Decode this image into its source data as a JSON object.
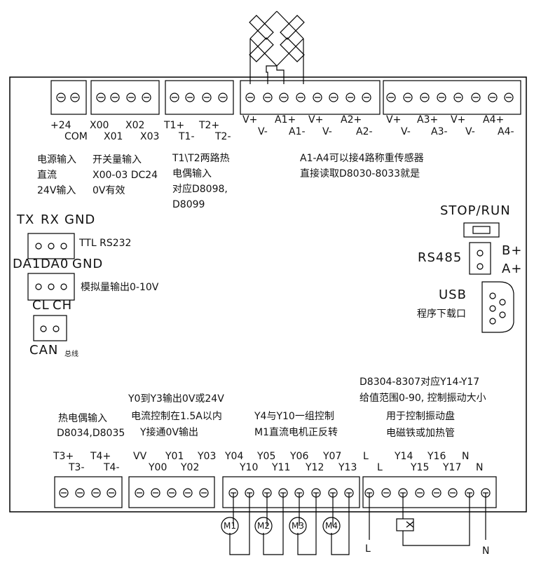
{
  "top_terminal_labels": {
    "plus24": "+24",
    "com": "COM",
    "x00": "X00",
    "x02": "X02",
    "x01": "X01",
    "x03": "X03",
    "t1p": "T1+",
    "t2p": "T2+",
    "t1m": "T1-",
    "t2m": "T2-",
    "s1_vp1": "V+",
    "s1_a1p": "A1+",
    "s1_vp2": "V+",
    "s1_a2p": "A2+",
    "s1_vm1": "V-",
    "s1_a1m": "A1-",
    "s1_vm2": "V-",
    "s1_a2m": "A2-",
    "s2_vp1": "V+",
    "s2_a3p": "A3+",
    "s2_vp2": "V+",
    "s2_a4p": "A4+",
    "s2_vm1": "V-",
    "s2_a3m": "A3-",
    "s2_vm2": "V-",
    "s2_a4m": "A4-"
  },
  "notes": {
    "power_1": "电源输入",
    "power_2": "直流",
    "power_3": "24V输入",
    "switch_1": "开关量输入",
    "switch_2": "X00-03 DC24",
    "switch_3": "0V有效",
    "thermo_1": "T1\\T2两路热",
    "thermo_2": "电偶输入",
    "thermo_3": "对应D8098,",
    "thermo_4": "D8099",
    "weigh_1": "A1-A4可以接4路称重传感器",
    "weigh_2": "直接读取D8030-8033就是",
    "y14_1": "D8304-8307对应Y14-Y17",
    "y14_2": "给值范围0-90, 控制振动大小",
    "y14_3": "用于控制振动盘",
    "y14_4": "电磁铁或加热管",
    "y03_1": "Y0到Y3输出0V或24V",
    "y03_2": "电流控制在1.5A以内",
    "y03_3": "Y接通0V输出",
    "y410_1": "Y4与Y10一组控制",
    "y410_2": "M1直流电机正反转",
    "t34_1": "热电偶输入",
    "t34_2": "D8034,D8035"
  },
  "left_ports": {
    "tx": "TX",
    "rx": "RX",
    "gnd1": "GND",
    "ttl": "TTL RS232",
    "da1": "DA1",
    "da0": "DA0",
    "gnd2": "GND",
    "analog": "模拟量输出0-10V",
    "cl": "CL",
    "ch": "CH",
    "can": "CAN",
    "can_suffix": "总线"
  },
  "right_ports": {
    "stop_run": "STOP/RUN",
    "rs485": "RS485",
    "bplus": "B+",
    "aplus": "A+",
    "usb": "USB",
    "usb_desc": "程序下载口"
  },
  "bottom_terminal_labels": {
    "t3p": "T3+",
    "t4p": "T4+",
    "t3m": "T3-",
    "t4m": "T4-",
    "vv": "VV",
    "y01": "Y01",
    "y03": "Y03",
    "y00": "Y00",
    "y02": "Y02",
    "y04": "Y04",
    "y05": "Y05",
    "y06": "Y06",
    "y07": "Y07",
    "y10": "Y10",
    "y11": "Y11",
    "y12": "Y12",
    "y13": "Y13",
    "l_top": "L",
    "y14": "Y14",
    "y16": "Y16",
    "n_top": "N",
    "l_bot": "L",
    "y15": "Y15",
    "y17": "Y17",
    "n_bot": "N"
  },
  "motors": [
    "M1",
    "M2",
    "M3",
    "M4"
  ],
  "supply": {
    "l": "L",
    "n": "N"
  }
}
